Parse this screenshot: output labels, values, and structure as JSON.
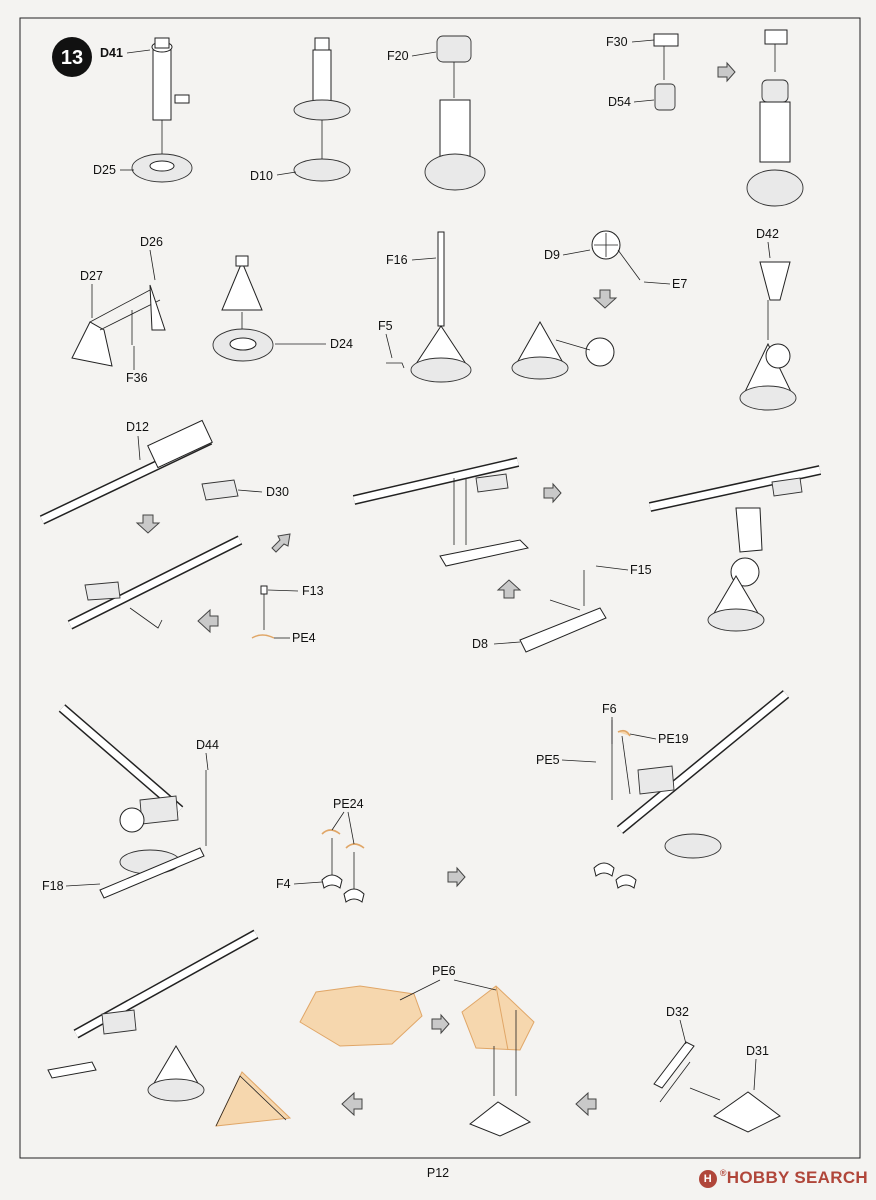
{
  "step": {
    "number": "13"
  },
  "labels": {
    "D41": "D41",
    "D25": "D25",
    "D10": "D10",
    "F20": "F20",
    "F30": "F30",
    "D54": "D54",
    "D26": "D26",
    "D27": "D27",
    "F36": "F36",
    "D24": "D24",
    "F16": "F16",
    "F5": "F5",
    "D9": "D9",
    "E7": "E7",
    "D42": "D42",
    "D12": "D12",
    "D30": "D30",
    "F13": "F13",
    "PE4": "PE4",
    "F15": "F15",
    "D8": "D8",
    "D44": "D44",
    "F18": "F18",
    "PE24": "PE24",
    "F4": "F4",
    "F6": "F6",
    "PE19": "PE19",
    "PE5": "PE5",
    "PE6": "PE6",
    "D32": "D32",
    "D31": "D31"
  },
  "footer": {
    "page": "P12"
  },
  "watermark": {
    "text": "HOBBY SEARCH",
    "logo": "H",
    "tm": "®"
  },
  "colors": {
    "photo_etch": "#f6d7ae",
    "arrow_fill": "#c9c9c9",
    "paper": "#f4f3f1",
    "watermark": "#b0463a"
  }
}
